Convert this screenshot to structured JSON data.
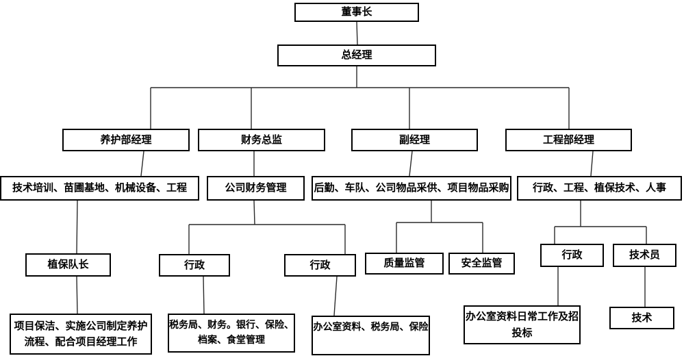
{
  "diagram": {
    "kind": "organization-chart",
    "colors": {
      "background": "#ffffff",
      "box_border": "#000000",
      "text": "#000000",
      "connector": "#2a2a2a"
    }
  },
  "nodes": {
    "chairman": {
      "label": "董事长"
    },
    "general_manager": {
      "label": "总经理"
    },
    "maintenance_manager": {
      "label": "养护部经理"
    },
    "finance_director": {
      "label": "财务总监"
    },
    "deputy_manager": {
      "label": "副经理"
    },
    "engineering_manager": {
      "label": "工程部经理"
    },
    "maintenance_scope": {
      "label": "技术培训、苗圃基地、机械设备、工程"
    },
    "finance_scope": {
      "label": "公司财务管理"
    },
    "deputy_scope": {
      "label": "后勤、车队、公司物品采供、项目物品采购"
    },
    "engineering_scope": {
      "label": "行政、工程、植保技术、人事"
    },
    "plant_protection_leader": {
      "label": "植保队长"
    },
    "finance_admin_1": {
      "label": "行政"
    },
    "finance_admin_2": {
      "label": "行政"
    },
    "quality_supervision": {
      "label": "质量监管"
    },
    "safety_supervision": {
      "label": "安全监管"
    },
    "engineering_admin": {
      "label": "行政"
    },
    "technician": {
      "label": "技术员"
    },
    "leader_duties": {
      "label": "项目保洁、实施公司制定养护\n流程、配合项目经理工作"
    },
    "finance_admin_1_duties": {
      "label": "税务局、财务。银行、保险、\n档案、食堂管理"
    },
    "finance_admin_2_duties": {
      "label": "办公室资料、税务局、保险"
    },
    "engineering_admin_duties": {
      "label": "办公室资料日常工作及招\n投标"
    },
    "technician_duties": {
      "label": "技术"
    }
  }
}
